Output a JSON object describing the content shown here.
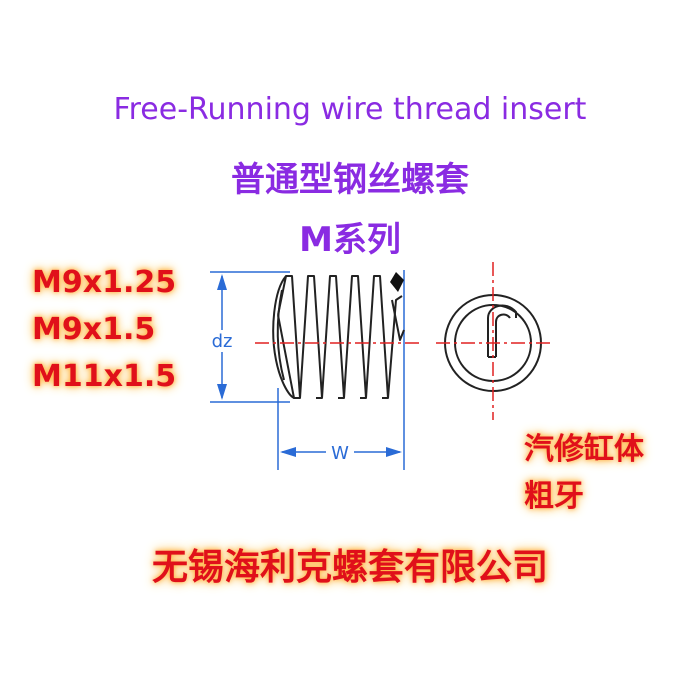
{
  "header": {
    "title_en": "Free-Running wire thread insert",
    "title_cn": "普通型钢丝螺套",
    "series": "M系列"
  },
  "sizes": [
    "M9x1.25",
    "M9x1.5",
    "M11x1.5"
  ],
  "notes": [
    "汽修缸体",
    "粗牙"
  ],
  "drawing": {
    "dim_height_label": "dz",
    "dim_width_label": "W"
  },
  "footer": {
    "company": "无锡海利克螺套有限公司"
  },
  "colors": {
    "title": "#8a2be2",
    "emphasis": "#e0101a",
    "glow": "#ffc86b",
    "dimension": "#2a6bd6",
    "centerline": "#e02020"
  }
}
